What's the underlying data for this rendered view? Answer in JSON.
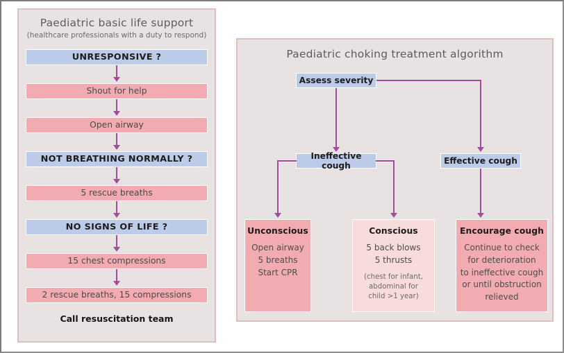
{
  "page": {
    "background": "#ffffff",
    "colors": {
      "panel_bg": "#E8E3E2",
      "panel_border": "#DEBFC1",
      "blue_node": "#BCCBE8",
      "pink_node": "#F2ABB0",
      "pink_light_node": "#F8DCDB",
      "connector": "#A04E99",
      "page_border": "#7a7a7a"
    }
  },
  "bls": {
    "title": "Paediatric basic life support",
    "subtitle": "(healthcare professionals with a duty to respond)",
    "steps": [
      {
        "label": "UNRESPONSIVE ?",
        "type": "question"
      },
      {
        "label": "Shout for help",
        "type": "action"
      },
      {
        "label": "Open airway",
        "type": "action"
      },
      {
        "label": "NOT BREATHING NORMALLY ?",
        "type": "question"
      },
      {
        "label": "5 rescue breaths",
        "type": "action"
      },
      {
        "label": "NO SIGNS OF LIFE ?",
        "type": "question"
      },
      {
        "label": "15 chest compressions",
        "type": "action"
      },
      {
        "label": "2 rescue breaths, 15 compressions",
        "type": "action"
      }
    ],
    "footer": "Call resuscitation team"
  },
  "choking": {
    "title": "Paediatric choking treatment algorithm",
    "root": {
      "label": "Assess severity",
      "type": "question"
    },
    "branches": [
      {
        "label": "Ineffective cough",
        "type": "question"
      },
      {
        "label": "Effective cough",
        "type": "question"
      }
    ],
    "outcomes": [
      {
        "title": "Unconscious",
        "body": "Open airway\n5 breaths\nStart CPR",
        "body_lines": [
          "Open airway",
          "5 breaths",
          "Start CPR"
        ],
        "note_lines": [],
        "style": "pink"
      },
      {
        "title": "Conscious",
        "body": "5 back blows\n5 thrusts",
        "body_lines": [
          "5 back blows",
          "5 thrusts"
        ],
        "note_lines": [
          "(chest for infant,",
          "abdominal for",
          "child >1 year)"
        ],
        "style": "pink-light"
      },
      {
        "title": "Encourage cough",
        "body": "Continue to check for deterioration to ineffective cough or until obstruction relieved",
        "body_lines": [
          "Continue to check",
          "for deterioration",
          "to ineffective cough",
          "or until obstruction",
          "relieved"
        ],
        "note_lines": [],
        "style": "pink"
      }
    ]
  }
}
